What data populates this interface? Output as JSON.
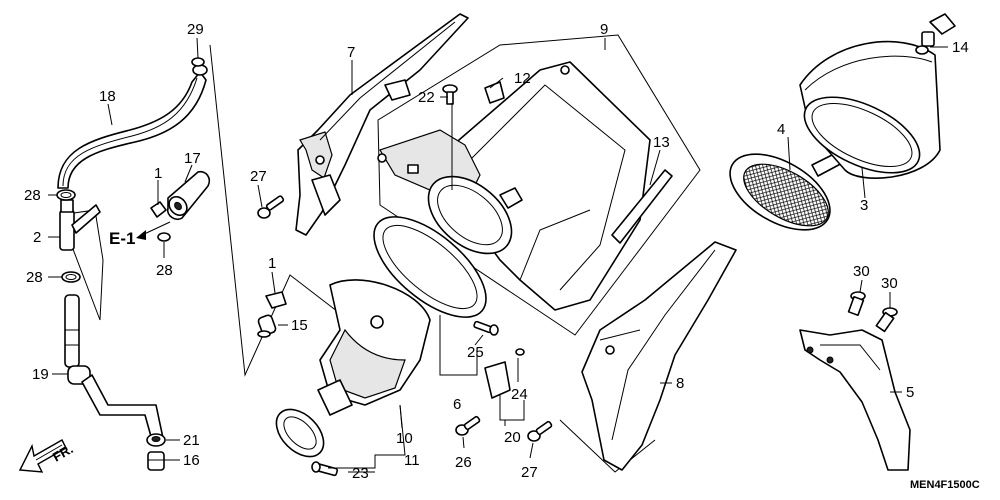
{
  "callouts": {
    "c1a": "1",
    "c1b": "1",
    "c2": "2",
    "c3": "3",
    "c4": "4",
    "c5": "5",
    "c6": "6",
    "c7": "7",
    "c8": "8",
    "c9": "9",
    "c10": "10",
    "c11": "11",
    "c12": "12",
    "c13": "13",
    "c14": "14",
    "c15": "15",
    "c16": "16",
    "c17": "17",
    "c18": "18",
    "c19": "19",
    "c20": "20",
    "c21": "21",
    "c22": "22",
    "c23": "23",
    "c24": "24",
    "c25": "25",
    "c26": "26",
    "c27a": "27",
    "c27b": "27",
    "c28a": "28",
    "c28b": "28",
    "c28c": "28",
    "c29": "29",
    "c30a": "30",
    "c30b": "30"
  },
  "reference": "E-1",
  "direction": "FR.",
  "diagram_code": "MEN4F1500C"
}
